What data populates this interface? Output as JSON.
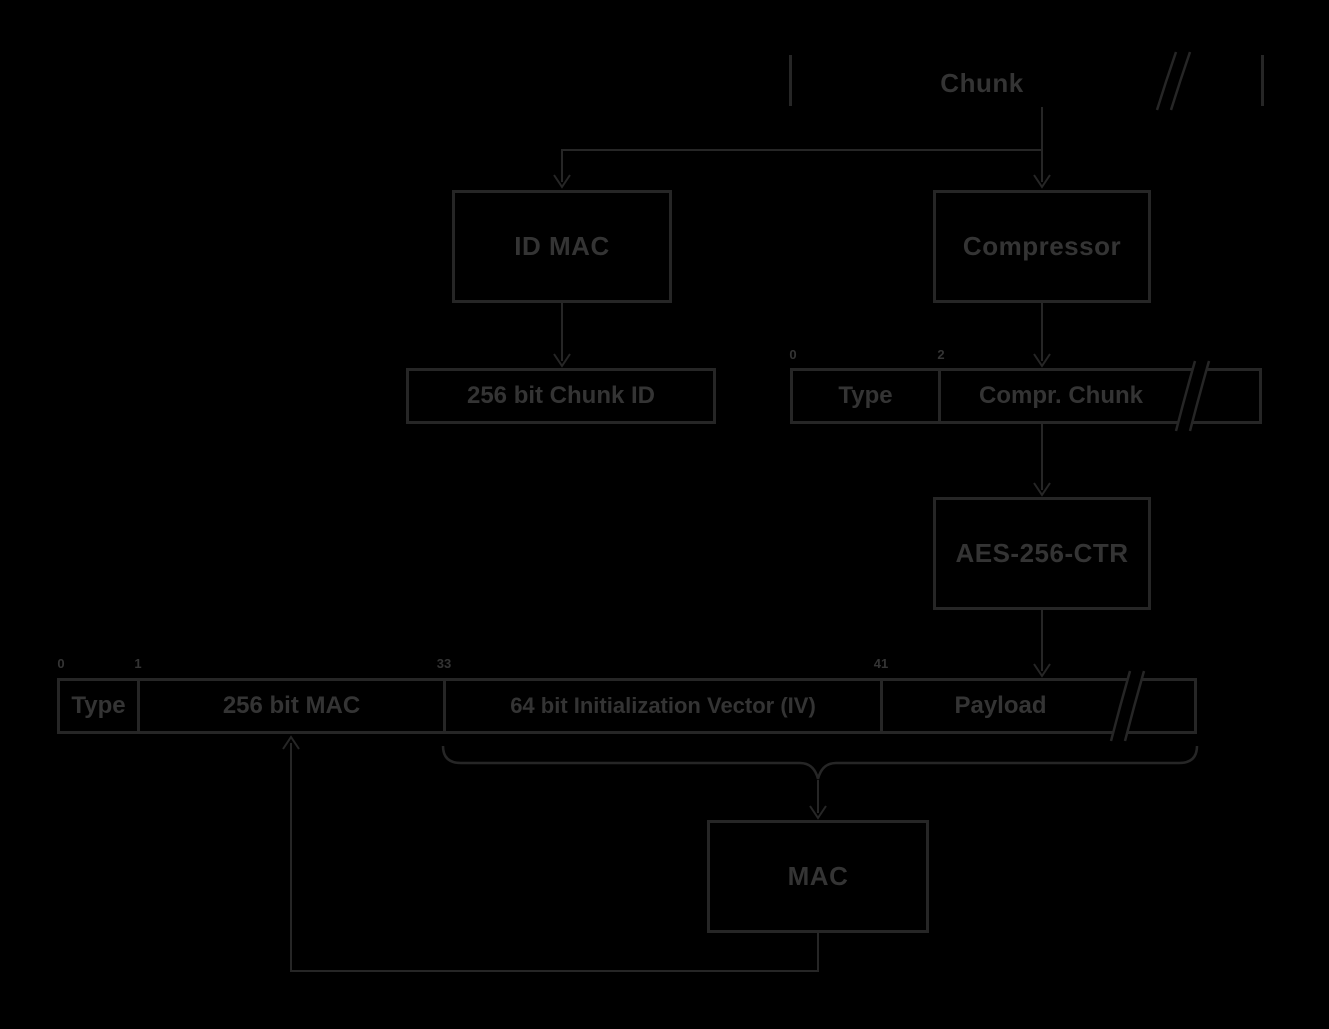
{
  "colors": {
    "background": "#000000",
    "stroke": "#262626",
    "text": "#343434"
  },
  "stream": {
    "label": "Chunk"
  },
  "nodes": {
    "id_mac": {
      "label": "ID MAC"
    },
    "compressor": {
      "label": "Compressor"
    },
    "aes": {
      "label": "AES-256-CTR"
    },
    "mac": {
      "label": "MAC"
    }
  },
  "chunk_id_bar": {
    "label": "256 bit Chunk ID"
  },
  "compressed_bar": {
    "offsets": [
      "0",
      "2"
    ],
    "segments": [
      {
        "label": "Type"
      },
      {
        "label": "Compr. Chunk"
      }
    ]
  },
  "packet_bar": {
    "offsets": [
      "0",
      "1",
      "33",
      "41"
    ],
    "segments": [
      {
        "label": "Type"
      },
      {
        "label": "256 bit MAC"
      },
      {
        "label": "64 bit Initialization Vector (IV)"
      },
      {
        "label": "Payload"
      }
    ]
  }
}
